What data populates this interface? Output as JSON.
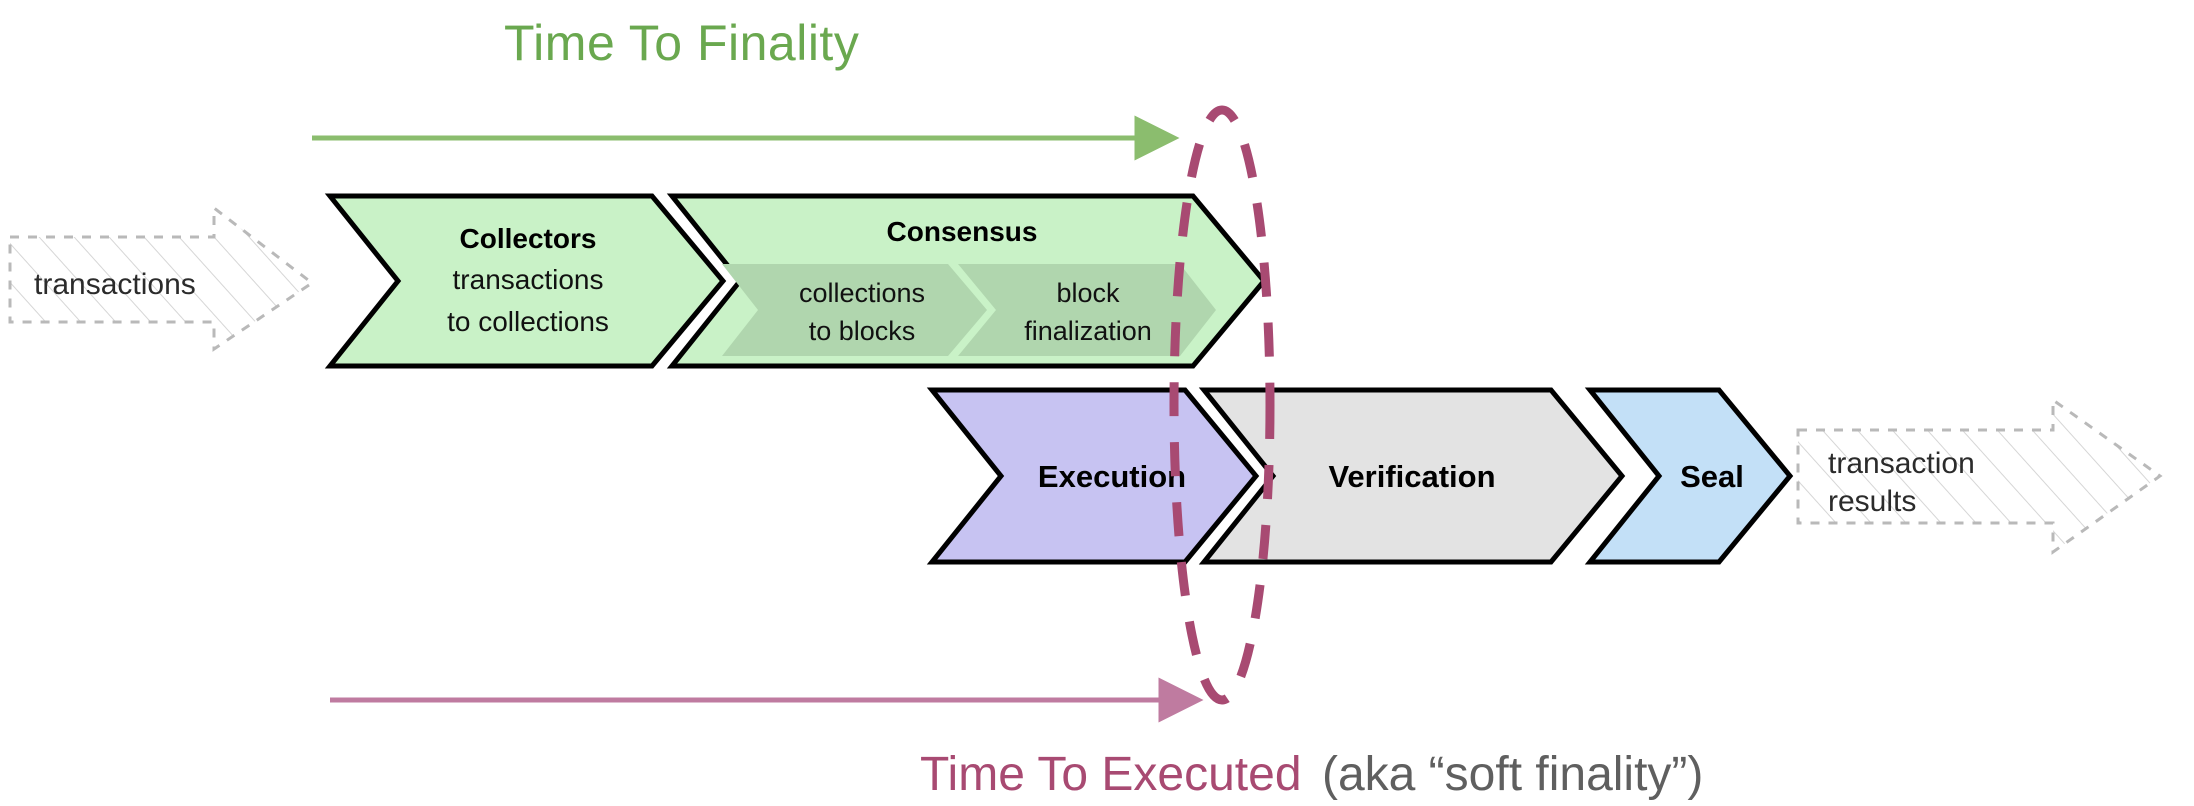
{
  "diagram": {
    "title_top": "Time To Finality",
    "caption_bottom_main": "Time To Executed",
    "caption_bottom_sub": "(aka “soft finality”)",
    "colors": {
      "green_accent": "#6aa84f",
      "green_fill": "#c9f2c7",
      "green_inner_fill": "#b0d6ae",
      "purple_accent": "#a84a72",
      "execution_fill": "#c7c3f2",
      "verification_fill": "#e3e3e3",
      "seal_fill": "#c3e0f7",
      "ghost_stroke": "#b9b9b9",
      "caption_gray": "#5f5f5f",
      "outline": "#000000"
    },
    "input_arrow": {
      "label": "transactions"
    },
    "output_arrow": {
      "label_line1": "transaction",
      "label_line2": "results"
    },
    "top_row": [
      {
        "id": "collectors",
        "title": "Collectors",
        "sub_line1": "transactions",
        "sub_line2": "to collections"
      },
      {
        "id": "consensus",
        "title": "Consensus",
        "inner": [
          {
            "id": "collections-to-blocks",
            "line1": "collections",
            "line2": "to blocks"
          },
          {
            "id": "block-finalization",
            "line1": "block",
            "line2": "finalization"
          }
        ]
      }
    ],
    "bottom_row": [
      {
        "id": "execution",
        "title": "Execution"
      },
      {
        "id": "verification",
        "title": "Verification"
      },
      {
        "id": "seal",
        "title": "Seal"
      }
    ],
    "measure_lines": [
      {
        "id": "time-to-finality-line",
        "label": "Time To Finality"
      },
      {
        "id": "time-to-executed-line",
        "label": "Time To Executed"
      }
    ],
    "finality_marker": {
      "id": "finality-ellipse",
      "style": "dashed-ellipse"
    }
  }
}
